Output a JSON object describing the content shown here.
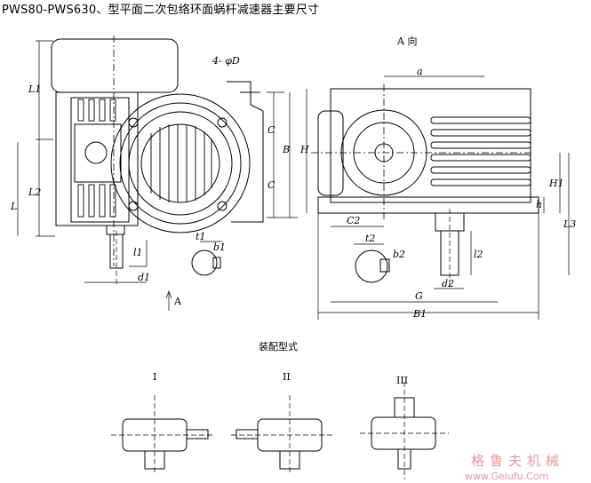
{
  "title": "PWS80-PWS630、型平面二次包络环面蜗杆减速器主要尺寸",
  "view_label": "A 向",
  "assembly_title": "装配型式",
  "assembly_types": [
    "I",
    "II",
    "III"
  ],
  "dims": {
    "four_d": "4- φD",
    "L1": "L1",
    "L2": "L2",
    "L": "L",
    "C": "C",
    "B": "B",
    "H": "H",
    "l1": "l1",
    "b1": "b1",
    "d1": "d1",
    "a": "a",
    "C2": "C2",
    "t2": "t2",
    "b2": "b2",
    "l2": "l2",
    "d2": "d2",
    "G": "G",
    "B1": "B1",
    "H1": "H1",
    "h": "h",
    "L3": "L3",
    "t1": "t1",
    "A": "A"
  },
  "watermark": {
    "cn": "格鲁夫机械",
    "url": "www.Gelufu.Com"
  }
}
